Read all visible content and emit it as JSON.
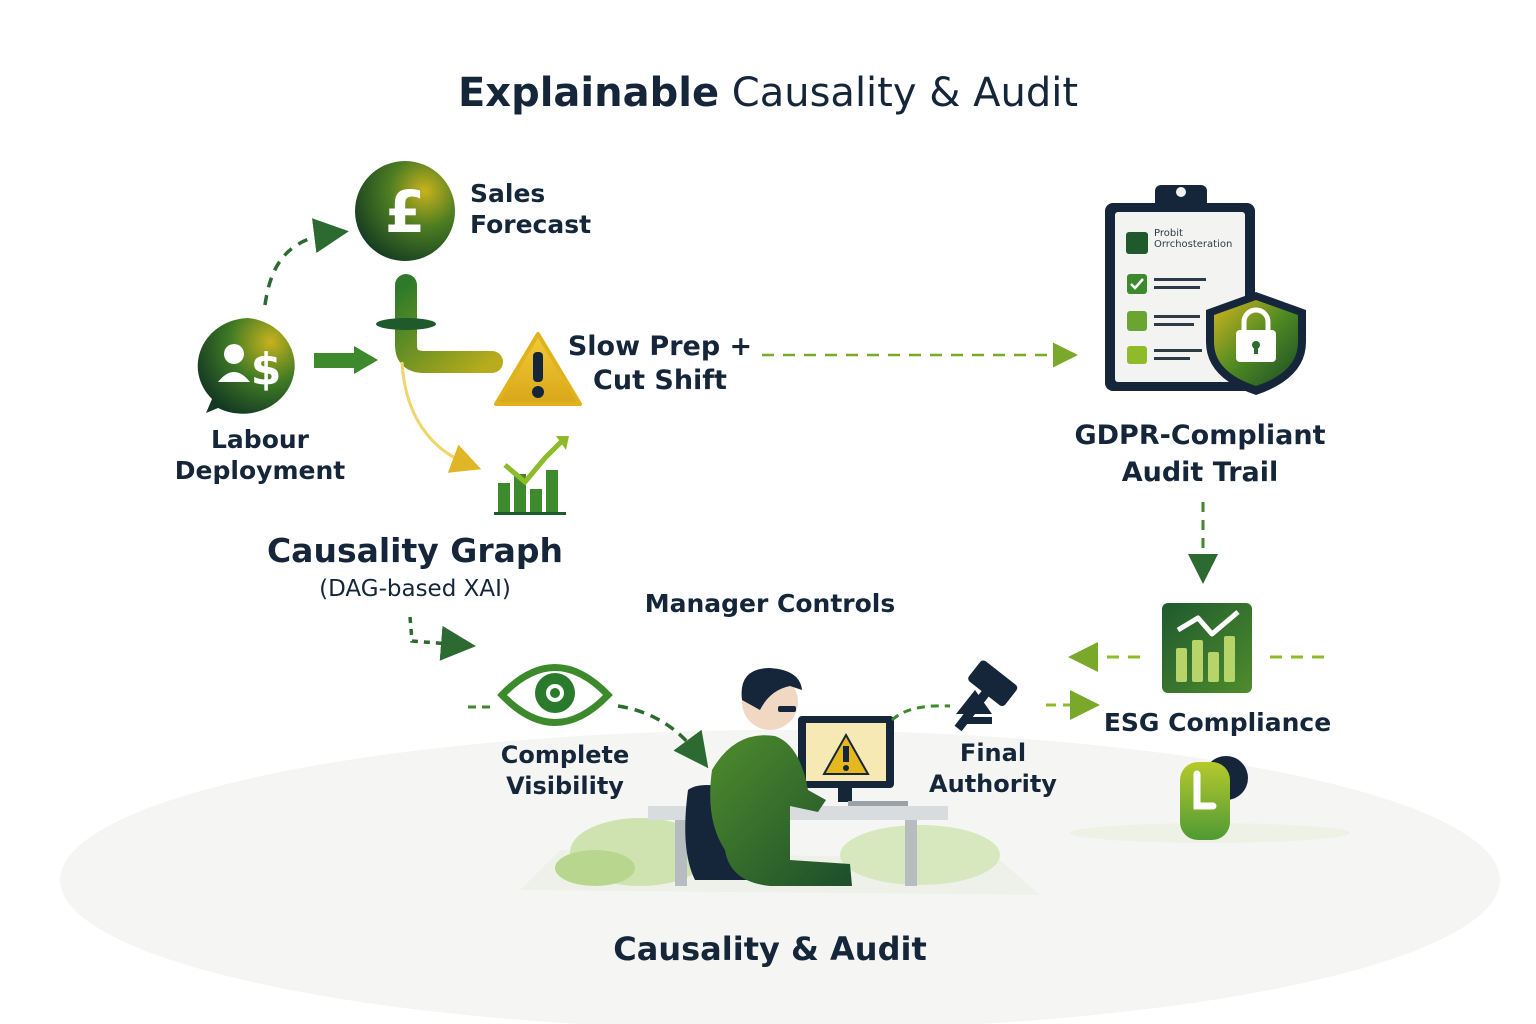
{
  "title": {
    "bold": "Explainable",
    "rest": " Causality & Audit"
  },
  "nodes": {
    "sales_forecast": [
      "Sales",
      "Forecast"
    ],
    "labour_deployment": [
      "Labour",
      "Deployment"
    ],
    "slow_prep": [
      "Slow Prep +",
      "Cut Shift"
    ],
    "gdpr": [
      "GDPR-Compliant",
      "Audit Trail"
    ],
    "causality_graph": {
      "title": "Causality Graph",
      "subtitle": "(DAG-based XAI)"
    },
    "manager_controls": "Manager Controls",
    "complete_visibility": [
      "Complete",
      "Visibility"
    ],
    "final_authority": [
      "Final",
      "Authority"
    ],
    "esg": "ESG Compliance",
    "bottom_title": "Causality & Audit"
  },
  "document": {
    "line1": "Probit",
    "line2": "Orrchosteration"
  },
  "icons": {
    "pound": "pound-sign-icon",
    "labour": "people-dollar-icon",
    "warning": "warning-triangle-icon",
    "growth": "growth-chart-icon",
    "clipboard": "audit-clipboard-icon",
    "shield": "shield-lock-icon",
    "eye": "eye-icon",
    "manager": "manager-at-computer-icon",
    "gavel": "gavel-icon",
    "esg_chart": "esg-chart-icon",
    "leaf_badge": "leaf-badge-icon"
  },
  "colors": {
    "dark_navy": "#16263a",
    "dark_green": "#1f5a2b",
    "mid_green": "#3f8a2a",
    "lime": "#8dbb2a",
    "gold": "#e6b81e"
  }
}
